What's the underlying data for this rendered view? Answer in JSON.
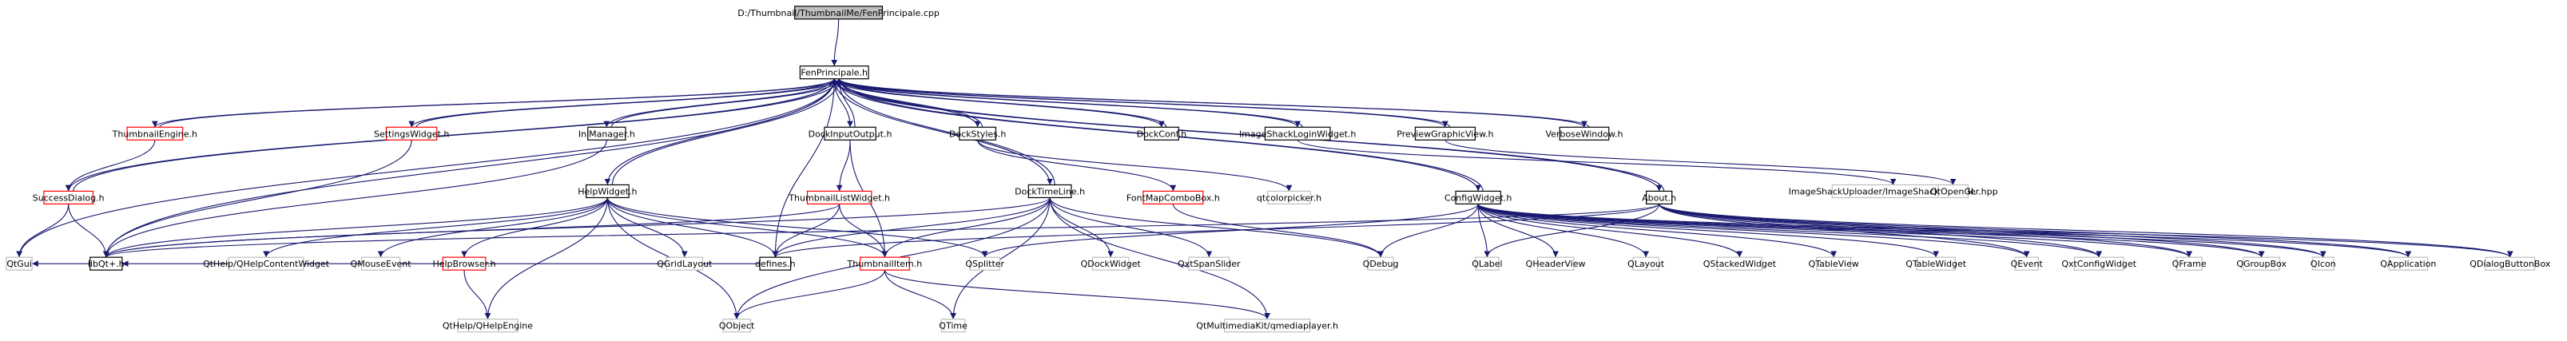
{
  "colors": {
    "edge": "#191970",
    "border_black": "#000000",
    "border_gray": "#bfbfbf",
    "border_red": "#ff0000",
    "root_fill": "#bfbfbf",
    "text": "#000000"
  },
  "nodes": [
    {
      "id": "root",
      "label": "D:/Thumbnail/ThumbnailMe/FenPrincipale.cpp",
      "style": "root"
    },
    {
      "id": "fenprincipale",
      "label": "FenPrincipale.h",
      "style": "black"
    },
    {
      "id": "thumbnailengine",
      "label": "ThumbnailEngine.h",
      "style": "red"
    },
    {
      "id": "settingswidget",
      "label": "SettingsWidget.h",
      "style": "red"
    },
    {
      "id": "inimanager",
      "label": "IniManager.h",
      "style": "black"
    },
    {
      "id": "dockinputoutput",
      "label": "DockInputOutput.h",
      "style": "black"
    },
    {
      "id": "dockstyles",
      "label": "DockStyles.h",
      "style": "black"
    },
    {
      "id": "dockconf",
      "label": "DockConf.h",
      "style": "black"
    },
    {
      "id": "imageshacklogin",
      "label": "ImageShackLoginWidget.h",
      "style": "black"
    },
    {
      "id": "previewgraphic",
      "label": "PreviewGraphicView.h",
      "style": "black"
    },
    {
      "id": "verbosewindow",
      "label": "VerboseWindow.h",
      "style": "black"
    },
    {
      "id": "imageshackuploader",
      "label": "ImageShackUploader/ImageShackUploader.hpp",
      "style": "gray"
    },
    {
      "id": "qtopengl",
      "label": "QtOpenGL",
      "style": "gray"
    },
    {
      "id": "successdialog",
      "label": "SuccessDialog.h",
      "style": "red"
    },
    {
      "id": "thumbnaillistwidget",
      "label": "ThumbnailListWidget.h",
      "style": "red"
    },
    {
      "id": "fontmapcombobox",
      "label": "FontMapComboBox.h",
      "style": "red"
    },
    {
      "id": "qtcolorpicker",
      "label": "qtcolorpicker.h",
      "style": "gray"
    },
    {
      "id": "configwidget",
      "label": "ConfigWidget.h",
      "style": "black"
    },
    {
      "id": "about",
      "label": "About.h",
      "style": "black"
    },
    {
      "id": "helpwidget",
      "label": "HelpWidget.h",
      "style": "black"
    },
    {
      "id": "docktimeline",
      "label": "DockTimeLine.h",
      "style": "black"
    },
    {
      "id": "qtgui",
      "label": "QtGui",
      "style": "gray"
    },
    {
      "id": "libqt",
      "label": "libQt+.h",
      "style": "black"
    },
    {
      "id": "qthelpcontent",
      "label": "QtHelp/QHelpContentWidget",
      "style": "gray"
    },
    {
      "id": "qmouseevent",
      "label": "QMouseEvent",
      "style": "gray"
    },
    {
      "id": "helpbrowser",
      "label": "HelpBrowser.h",
      "style": "red"
    },
    {
      "id": "qgridlayout",
      "label": "QGridLayout",
      "style": "gray"
    },
    {
      "id": "defines",
      "label": "defines.h",
      "style": "black"
    },
    {
      "id": "thumbnailitem",
      "label": "ThumbnailItem.h",
      "style": "red"
    },
    {
      "id": "qsplitter",
      "label": "QSplitter",
      "style": "gray"
    },
    {
      "id": "qdockwidget",
      "label": "QDockWidget",
      "style": "gray"
    },
    {
      "id": "qxtspanslider",
      "label": "QxtSpanSlider",
      "style": "gray"
    },
    {
      "id": "qdebug",
      "label": "QDebug",
      "style": "gray"
    },
    {
      "id": "qlabel",
      "label": "QLabel",
      "style": "gray"
    },
    {
      "id": "qheaderview",
      "label": "QHeaderView",
      "style": "gray"
    },
    {
      "id": "qlayout",
      "label": "QLayout",
      "style": "gray"
    },
    {
      "id": "qstackedwidget",
      "label": "QStackedWidget",
      "style": "gray"
    },
    {
      "id": "qtableview",
      "label": "QTableView",
      "style": "gray"
    },
    {
      "id": "qtablewidget",
      "label": "QTableWidget",
      "style": "gray"
    },
    {
      "id": "qevent",
      "label": "QEvent",
      "style": "gray"
    },
    {
      "id": "qxtconfigwidget",
      "label": "QxtConfigWidget",
      "style": "gray"
    },
    {
      "id": "qframe",
      "label": "QFrame",
      "style": "gray"
    },
    {
      "id": "qgroupbox",
      "label": "QGroupBox",
      "style": "gray"
    },
    {
      "id": "qicon",
      "label": "QIcon",
      "style": "gray"
    },
    {
      "id": "qapplication",
      "label": "QApplication",
      "style": "gray"
    },
    {
      "id": "qdialogbuttonbox",
      "label": "QDialogButtonBox",
      "style": "gray"
    },
    {
      "id": "qthelpengine",
      "label": "QtHelp/QHelpEngine",
      "style": "gray"
    },
    {
      "id": "qobject",
      "label": "QObject",
      "style": "gray"
    },
    {
      "id": "qtime",
      "label": "QTime",
      "style": "gray"
    },
    {
      "id": "qmediaplayer",
      "label": "QtMultimediaKit/qmediaplayer.h",
      "style": "gray"
    }
  ],
  "edges": [
    [
      "root",
      "fenprincipale"
    ],
    [
      "fenprincipale",
      "thumbnailengine"
    ],
    [
      "fenprincipale",
      "settingswidget"
    ],
    [
      "fenprincipale",
      "inimanager"
    ],
    [
      "fenprincipale",
      "dockinputoutput"
    ],
    [
      "fenprincipale",
      "dockstyles"
    ],
    [
      "fenprincipale",
      "dockconf"
    ],
    [
      "fenprincipale",
      "imageshacklogin"
    ],
    [
      "fenprincipale",
      "previewgraphic"
    ],
    [
      "fenprincipale",
      "verbosewindow"
    ],
    [
      "fenprincipale",
      "successdialog"
    ],
    [
      "fenprincipale",
      "qtgui"
    ],
    [
      "fenprincipale",
      "libqt"
    ],
    [
      "fenprincipale",
      "helpwidget"
    ],
    [
      "fenprincipale",
      "defines"
    ],
    [
      "fenprincipale",
      "docktimeline"
    ],
    [
      "fenprincipale",
      "configwidget"
    ],
    [
      "fenprincipale",
      "about"
    ],
    [
      "thumbnailengine",
      "fenprincipale"
    ],
    [
      "settingswidget",
      "fenprincipale"
    ],
    [
      "inimanager",
      "fenprincipale"
    ],
    [
      "dockinputoutput",
      "fenprincipale"
    ],
    [
      "dockstyles",
      "fenprincipale"
    ],
    [
      "dockconf",
      "fenprincipale"
    ],
    [
      "imageshacklogin",
      "fenprincipale"
    ],
    [
      "previewgraphic",
      "fenprincipale"
    ],
    [
      "verbosewindow",
      "fenprincipale"
    ],
    [
      "successdialog",
      "fenprincipale"
    ],
    [
      "helpwidget",
      "fenprincipale"
    ],
    [
      "docktimeline",
      "fenprincipale"
    ],
    [
      "configwidget",
      "fenprincipale"
    ],
    [
      "about",
      "fenprincipale"
    ],
    [
      "thumbnailengine",
      "successdialog"
    ],
    [
      "settingswidget",
      "libqt"
    ],
    [
      "inimanager",
      "libqt"
    ],
    [
      "imageshacklogin",
      "imageshackuploader"
    ],
    [
      "previewgraphic",
      "qtopengl"
    ],
    [
      "dockinputoutput",
      "thumbnaillistwidget"
    ],
    [
      "dockinputoutput",
      "thumbnailitem"
    ],
    [
      "dockstyles",
      "fontmapcombobox"
    ],
    [
      "dockstyles",
      "qtcolorpicker"
    ],
    [
      "successdialog",
      "qtgui"
    ],
    [
      "successdialog",
      "libqt"
    ],
    [
      "thumbnaillistwidget",
      "libqt"
    ],
    [
      "thumbnaillistwidget",
      "defines"
    ],
    [
      "thumbnaillistwidget",
      "thumbnailitem"
    ],
    [
      "fontmapcombobox",
      "qdebug"
    ],
    [
      "configwidget",
      "qdebug"
    ],
    [
      "configwidget",
      "qlabel"
    ],
    [
      "configwidget",
      "qheaderview"
    ],
    [
      "configwidget",
      "qlayout"
    ],
    [
      "configwidget",
      "qstackedwidget"
    ],
    [
      "configwidget",
      "qtableview"
    ],
    [
      "configwidget",
      "qtablewidget"
    ],
    [
      "configwidget",
      "qevent"
    ],
    [
      "configwidget",
      "qxtconfigwidget"
    ],
    [
      "configwidget",
      "qsplitter"
    ],
    [
      "configwidget",
      "qframe"
    ],
    [
      "configwidget",
      "qgroupbox"
    ],
    [
      "configwidget",
      "qicon"
    ],
    [
      "configwidget",
      "qapplication"
    ],
    [
      "configwidget",
      "qdialogbuttonbox"
    ],
    [
      "about",
      "libqt"
    ],
    [
      "about",
      "defines"
    ],
    [
      "about",
      "qlabel"
    ],
    [
      "about",
      "qgroupbox"
    ],
    [
      "about",
      "qicon"
    ],
    [
      "about",
      "qapplication"
    ],
    [
      "about",
      "qdialogbuttonbox"
    ],
    [
      "about",
      "qframe"
    ],
    [
      "about",
      "qevent"
    ],
    [
      "about",
      "qxtconfigwidget"
    ],
    [
      "helpwidget",
      "libqt"
    ],
    [
      "helpwidget",
      "qthelpcontent"
    ],
    [
      "helpwidget",
      "qmouseevent"
    ],
    [
      "helpwidget",
      "helpbrowser"
    ],
    [
      "helpwidget",
      "qgridlayout"
    ],
    [
      "helpwidget",
      "defines"
    ],
    [
      "helpwidget",
      "thumbnailitem"
    ],
    [
      "helpwidget",
      "qsplitter"
    ],
    [
      "helpwidget",
      "qobject"
    ],
    [
      "helpwidget",
      "qthelpengine"
    ],
    [
      "helpbrowser",
      "qthelpengine"
    ],
    [
      "docktimeline",
      "libqt"
    ],
    [
      "docktimeline",
      "defines"
    ],
    [
      "docktimeline",
      "thumbnailitem"
    ],
    [
      "docktimeline",
      "qdockwidget"
    ],
    [
      "docktimeline",
      "qxtspanslider"
    ],
    [
      "docktimeline",
      "qdebug"
    ],
    [
      "docktimeline",
      "qtime"
    ],
    [
      "docktimeline",
      "qmediaplayer"
    ],
    [
      "docktimeline",
      "qobject"
    ],
    [
      "thumbnailitem",
      "qobject"
    ],
    [
      "thumbnailitem",
      "qtime"
    ],
    [
      "thumbnailitem",
      "qmediaplayer"
    ],
    [
      "defines",
      "libqt"
    ],
    [
      "libqt",
      "qtgui"
    ]
  ]
}
